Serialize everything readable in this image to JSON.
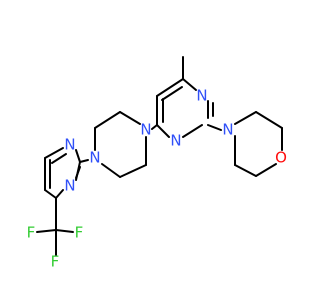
{
  "molecule": {
    "atom_labels": {
      "n_pyr_top": "N",
      "n_pyr_bottom": "N",
      "n_pip_top": "N",
      "n_pip_bottom": "N",
      "n_morph": "N",
      "o_morph": "O",
      "n_left_top": "N",
      "n_left_bottom": "N",
      "f1": "F",
      "f2": "F",
      "f3": "F"
    },
    "colors": {
      "bond": "#000000",
      "nitrogen": "#3050F8",
      "oxygen": "#FF0D0D",
      "fluorine": "#33CC33"
    }
  }
}
